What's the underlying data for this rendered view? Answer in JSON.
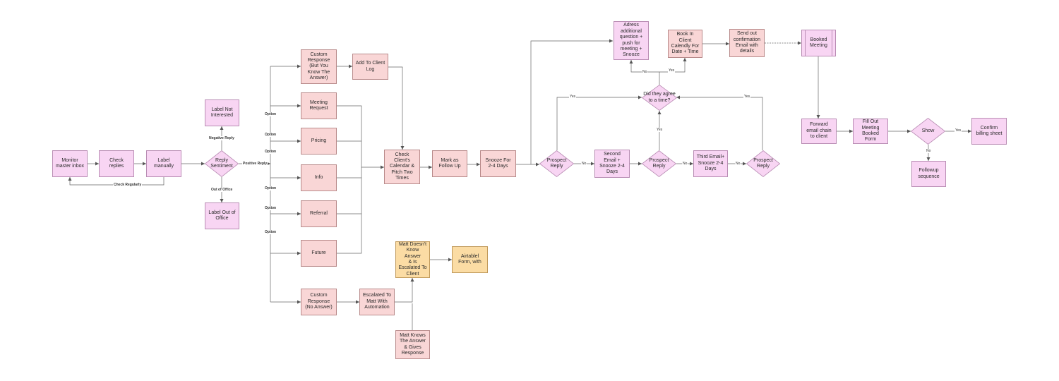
{
  "nodes": {
    "monitor": "Monitor\nmaster inbox",
    "check_replies": "Check replies",
    "label_manually": "Label\nmanually",
    "reply_sentiment": "Reply\nSentiment",
    "label_not_interested": "Label Not\nInterested",
    "label_out_of_office": "Label Out of\nOffice",
    "custom_response_know": "Custom\nResponse\n(But You\nKnow The\nAnswer)",
    "add_to_client_log": "Add To Client\nLog",
    "meeting_request": "Meeting\nRequest",
    "pricing": "Pricing",
    "info": "Info",
    "referral": "Referral",
    "future": "Future",
    "custom_response_no_answer": "Custom\nResponse\n(No Answer)",
    "escalated_to_matt": "Escalated To\nMatt With\nAutomation",
    "matt_doesnt_know": "Matt Doesn't\nKnow Answer\n& Is\nEscalated To\nClient",
    "airtable_form": "Airtablel\nForm, with",
    "matt_knows": "Matt Knows\nThe Answer\n& Gives\nResponse",
    "check_calendar": "Check\nClient's\nCalendar &\nPitch Two\nTimes",
    "mark_follow_up": "Mark as\nFollow Up",
    "snooze_2_4": "Snooze For\n2-4 Days",
    "prospect_reply_1": "Prospect\nReply",
    "second_email": "Second\nEmail +\nSnooze 2-4\nDays",
    "prospect_reply_2": "Prospect\nReply",
    "third_email": "Third Email+\nSnooze 2-4\nDays",
    "prospect_reply_3": "Prospect\nReply",
    "did_they_agree": "Did they agree\nto a time?",
    "address_additional": "Adress\nadditional\nquestion +\npush for\nmeeting +\nSnooze",
    "book_in_client": "Book In\nClient\nCalendly For\nDate + Time",
    "send_confirmation": "Send out\nconfirmation\nEmail with\ndetails",
    "booked_meeting": "Booked\nMeeting",
    "forward_email": "Forward\nemail chain\nto client",
    "fill_out_form": "Fill Out\nMeeting\nBooked Form",
    "show": "Show",
    "confirm_billing": "Confirm\nbilling sheet",
    "followup_sequence": "Followup\nsequence"
  },
  "edge_labels": {
    "check_regularly": "Check Regularly",
    "negative_reply": "Negative Reply",
    "positive_reply": "Positive Reply",
    "out_of_office": "Out of Office",
    "option": "Option",
    "no": "No",
    "yes": "Yes"
  },
  "colors": {
    "pink": "#f8d5f3",
    "salmon": "#f9d6d6",
    "orange": "#fbdca4",
    "edge": "#555555"
  }
}
